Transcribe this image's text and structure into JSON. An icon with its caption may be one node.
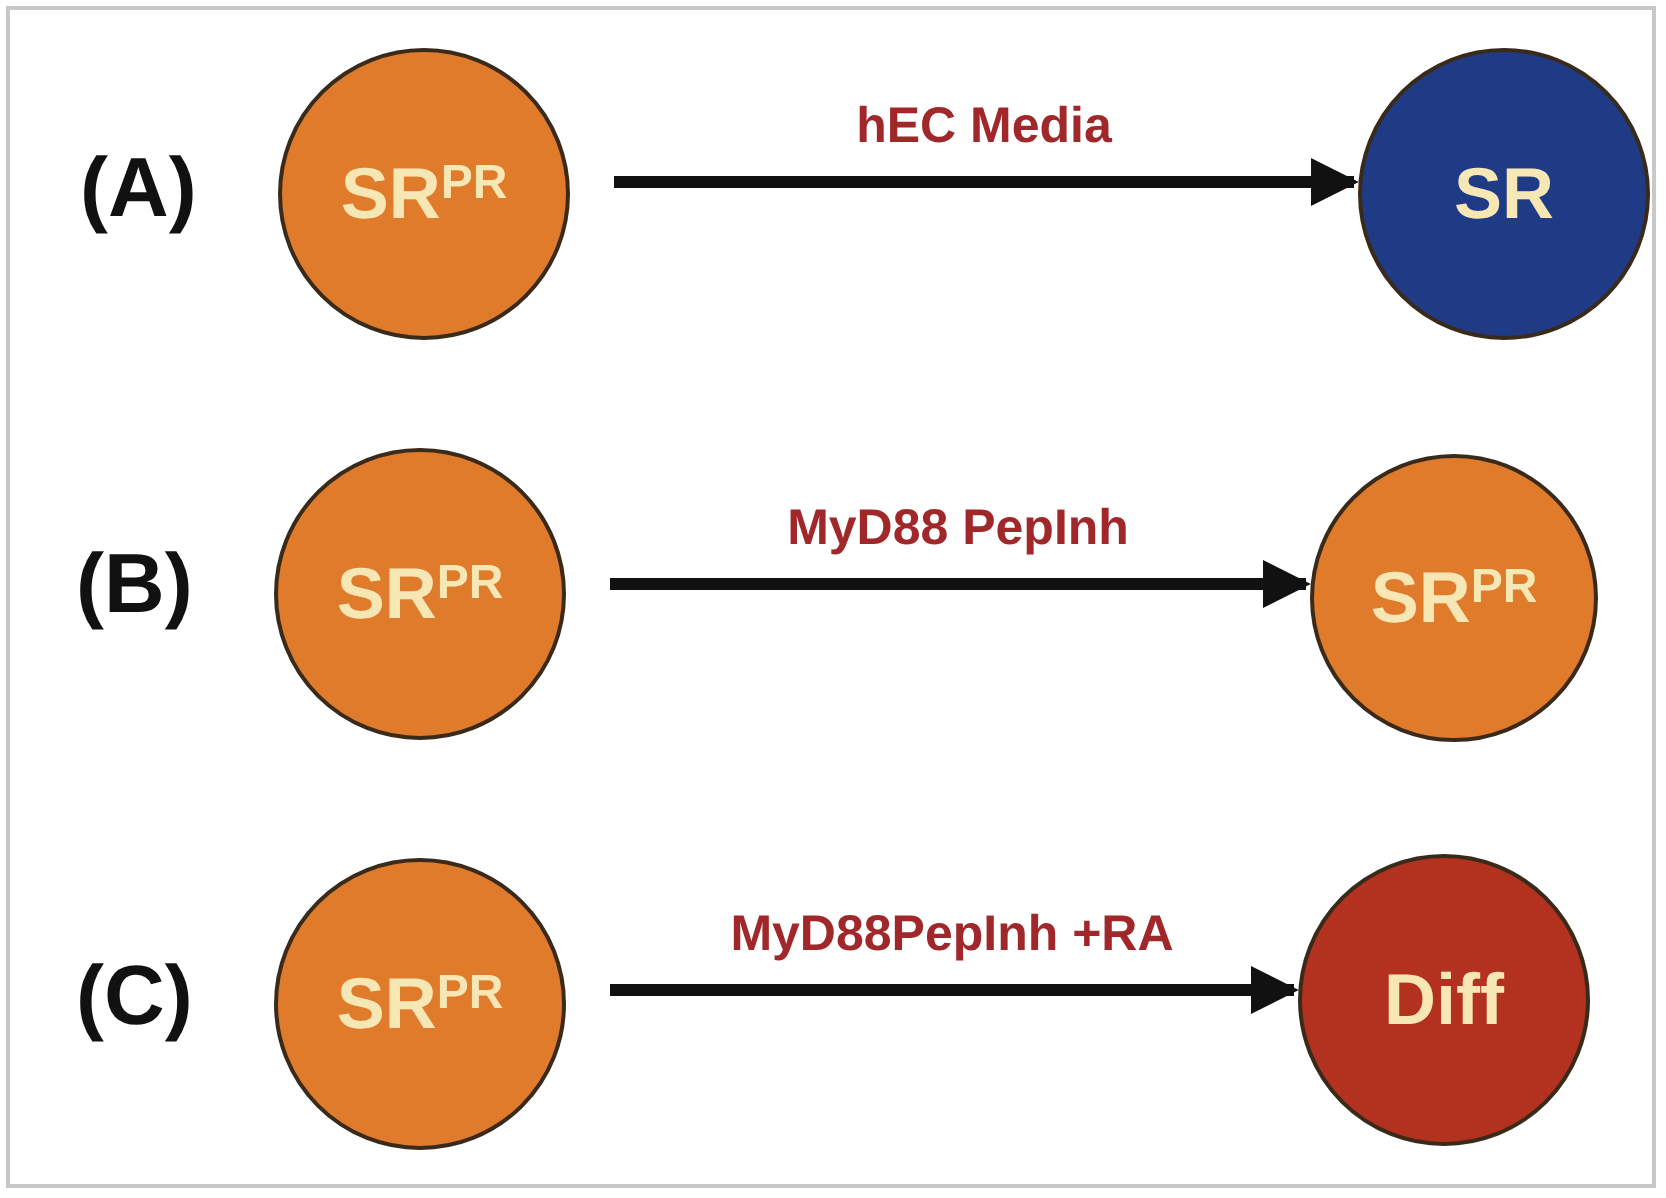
{
  "diagram": {
    "nodes": [
      {
        "text": [
          "SR$^{PR}$"
        ]
      },
      {
        "text": [
          "SR"
        ]
      },
      {
        "text": [
          "SR$^{PR}$"
        ]
      },
      {
        "text": [
          "SR$^{PR}$"
        ]
      },
      {
        "text": [
          "SR$^{PR}$"
        ]
      },
      {
        "text": [
          "Diff"
        ]
      }
    ],
    "edges": [
      {
        "from": 0,
        "to": 1,
        "arrow": "to",
        "label": "hEC Media"
      },
      {
        "from": 2,
        "to": 3,
        "arrow": "to",
        "label": "MyD88 PepInh"
      },
      {
        "from": 4,
        "to": 5,
        "arrow": "to",
        "label": "MyD88PepInh +RA"
      }
    ],
    "labels": [
      "(A)",
      "(B)",
      "(C)"
    ]
  }
}
